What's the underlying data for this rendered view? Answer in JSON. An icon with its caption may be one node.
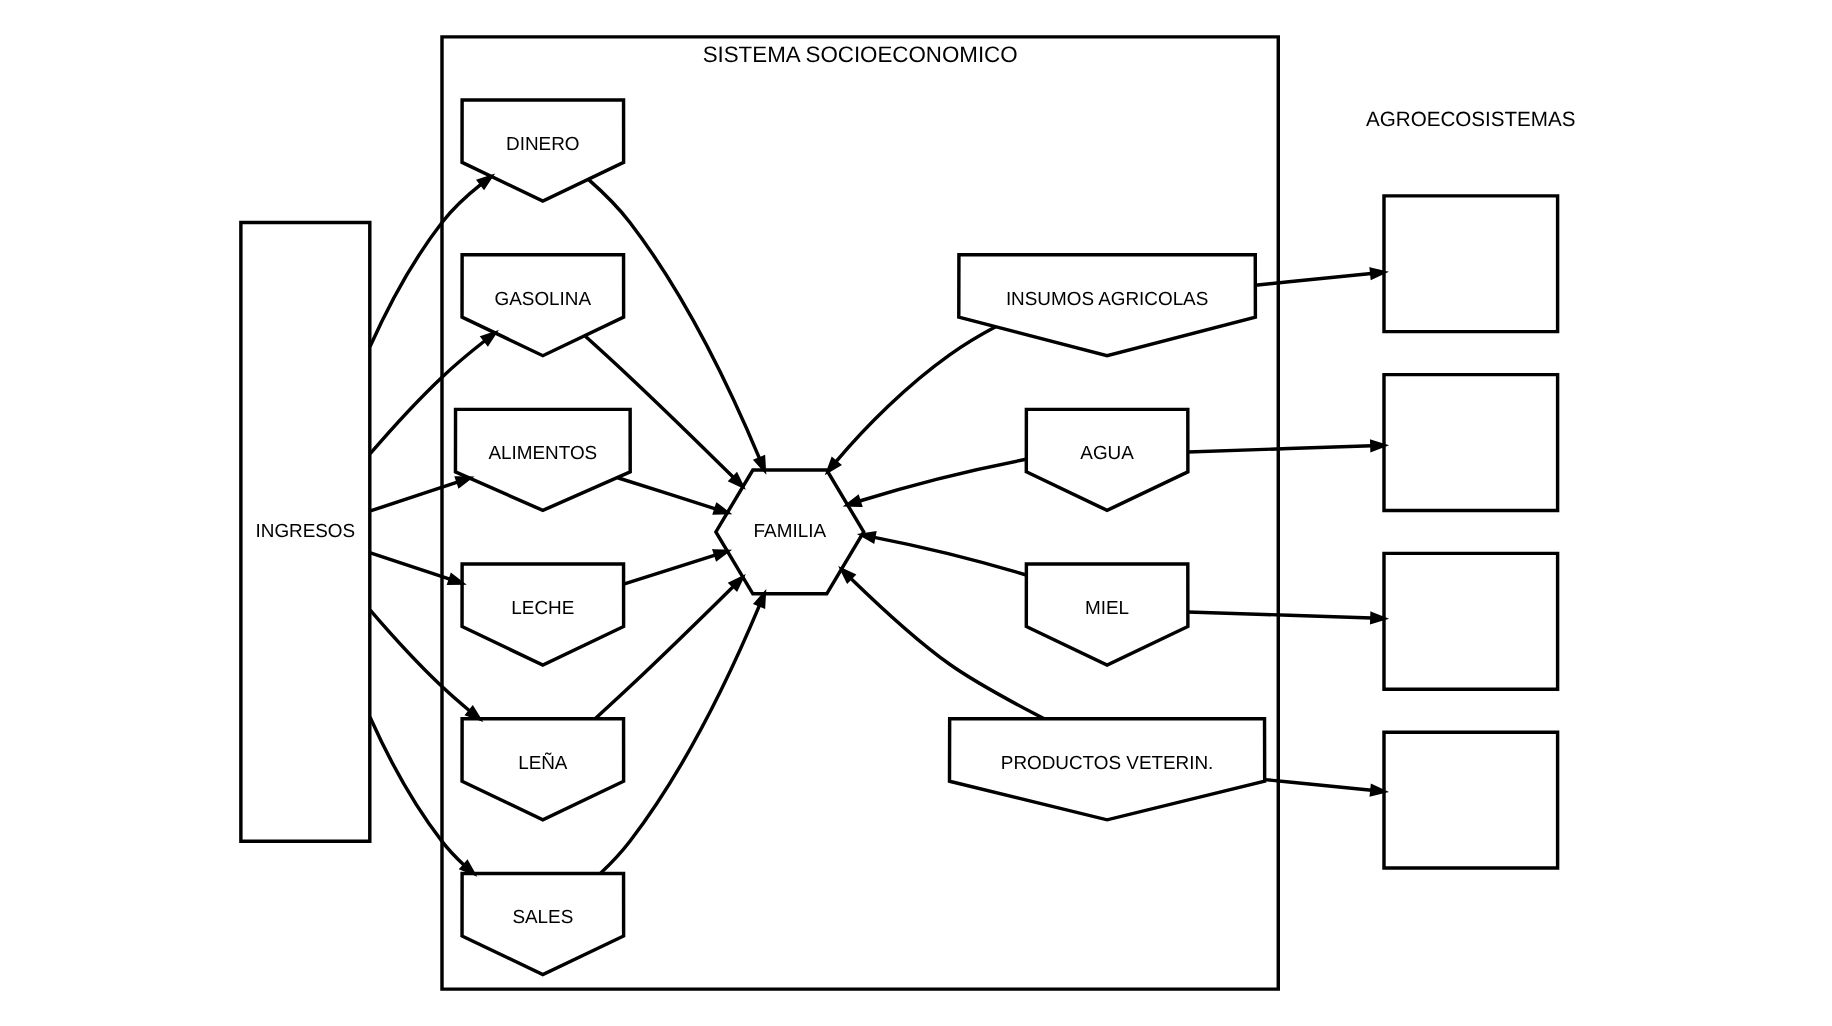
{
  "diagram": {
    "nodes": [
      {
        "text": [
          "INGRESOS"
        ]
      },
      {
        "text": [
          "SISTEMA SOCIOECONOMICO"
        ]
      },
      {
        "text": [
          "DINERO"
        ],
        "in": 1
      },
      {
        "text": [
          "GASOLINA"
        ],
        "in": 1
      },
      {
        "text": [
          "INSUMOS AGRICOLAS"
        ],
        "in": 1
      },
      {
        "text": [
          "ALIMENTOS"
        ],
        "in": 1
      },
      {
        "text": [
          "FAMILIA"
        ],
        "in": 1
      },
      {
        "text": [
          "AGUA"
        ],
        "in": 1
      },
      {
        "text": [
          "LECHE"
        ],
        "in": 1
      },
      {
        "text": [
          "MIEL"
        ],
        "in": 1
      },
      {
        "text": [
          "LEÑA"
        ],
        "in": 1
      },
      {
        "text": [
          "SALES"
        ],
        "in": 1
      },
      {
        "text": [
          "PRODUCTOS VETERIN."
        ],
        "in": 1
      },
      {
        "text": [],
        "shape": "box"
      },
      {
        "text": [],
        "shape": "box"
      },
      {
        "text": [],
        "shape": "box"
      },
      {
        "text": [],
        "shape": "box"
      }
    ],
    "edges": [
      {
        "from": 0,
        "to": 2,
        "arrow": "to"
      },
      {
        "from": 0,
        "to": 3,
        "arrow": "to"
      },
      {
        "from": 0,
        "to": 5,
        "arrow": "to"
      },
      {
        "from": 0,
        "to": 8,
        "arrow": "to"
      },
      {
        "from": 0,
        "to": 10,
        "arrow": "to"
      },
      {
        "from": 0,
        "to": 11,
        "arrow": "to"
      },
      {
        "from": 2,
        "to": 6,
        "arrow": "to"
      },
      {
        "from": 3,
        "to": 6,
        "arrow": "to"
      },
      {
        "from": 4,
        "to": 6,
        "arrow": "to"
      },
      {
        "from": 5,
        "to": 6,
        "arrow": "to"
      },
      {
        "from": 7,
        "to": 6,
        "arrow": "to"
      },
      {
        "from": 8,
        "to": 6,
        "arrow": "to"
      },
      {
        "from": 9,
        "to": 6,
        "arrow": "to"
      },
      {
        "from": 10,
        "to": 6,
        "arrow": "to"
      },
      {
        "from": 11,
        "to": 6,
        "arrow": "to"
      },
      {
        "from": 12,
        "to": 6,
        "arrow": "to"
      },
      {
        "from": 4,
        "to": 13,
        "arrow": "to"
      },
      {
        "from": 7,
        "to": 14,
        "arrow": "to"
      },
      {
        "from": 9,
        "to": 15,
        "arrow": "to"
      },
      {
        "from": 12,
        "to": 16,
        "arrow": "to"
      }
    ],
    "labels": [
      "AGROECOSISTEMAS"
    ]
  }
}
